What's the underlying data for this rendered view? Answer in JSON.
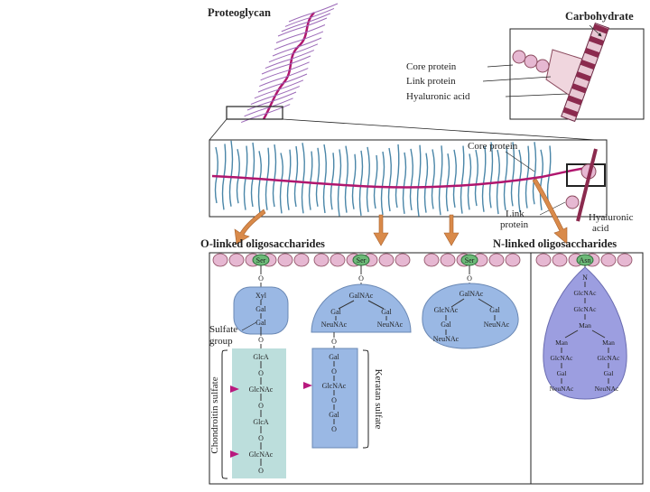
{
  "titles": {
    "proteoglycan": "Proteoglycan",
    "carbohydrate": "Carbohydrate",
    "o_linked": "O-linked oligosaccharides",
    "n_linked": "N-linked oligosaccharides"
  },
  "inset_labels": {
    "core_protein": "Core protein",
    "link_protein": "Link protein",
    "hyaluronic_acid": "Hyaluronic acid"
  },
  "mid_labels": {
    "core_protein": "Core protein",
    "link": "Link",
    "protein": "protein",
    "hyaluronic": "Hyaluronic",
    "acid": "acid"
  },
  "panel1": {
    "anchor": "Ser",
    "link_o": "O",
    "blob": [
      "Xyl",
      "Gal",
      "Gal"
    ],
    "sulfate": [
      "Sulfate",
      "group"
    ],
    "chain": [
      "GlcA",
      "O",
      "GlcNAc",
      "O",
      "GlcA",
      "O",
      "GlcNAc",
      "O"
    ],
    "side_label": "Chondroitin sulfate"
  },
  "panel2": {
    "anchor": "Ser",
    "link_o": "O",
    "blob": [
      "GalNAc",
      "Gal",
      "NeuNAc",
      "NeuNAc"
    ],
    "chain": [
      "Gal",
      "O",
      "GlcNAc",
      "O",
      "Gal",
      "O"
    ],
    "side_label": "Keratan sulfate"
  },
  "panel3": {
    "anchor": "Ser",
    "link_o": "O",
    "blob": [
      "GalNAc",
      "GlcNAc",
      "Gal",
      "Gal",
      "NeuNAc",
      "NeuNAc"
    ]
  },
  "panel4": {
    "anchor": "Asn",
    "link_n": "N",
    "blob": [
      "GlcNAc",
      "GlcNAc",
      "Man",
      "Man",
      "Man",
      "GlcNAc",
      "GlcNAc",
      "Gal",
      "Gal",
      "NeuNAc",
      "NeuNAc"
    ]
  },
  "colors": {
    "core_protein": "#b0166e",
    "gag_chain": "#4a86a8",
    "bead": "#e6b8d2",
    "ser_green": "#6cba78",
    "blob_blue": "#9ab8e4",
    "n_blob": "#9c9ee0",
    "chain_band": "#bcdedc",
    "arrow_orange": "#d98a4a",
    "marker": "#b8197e"
  }
}
